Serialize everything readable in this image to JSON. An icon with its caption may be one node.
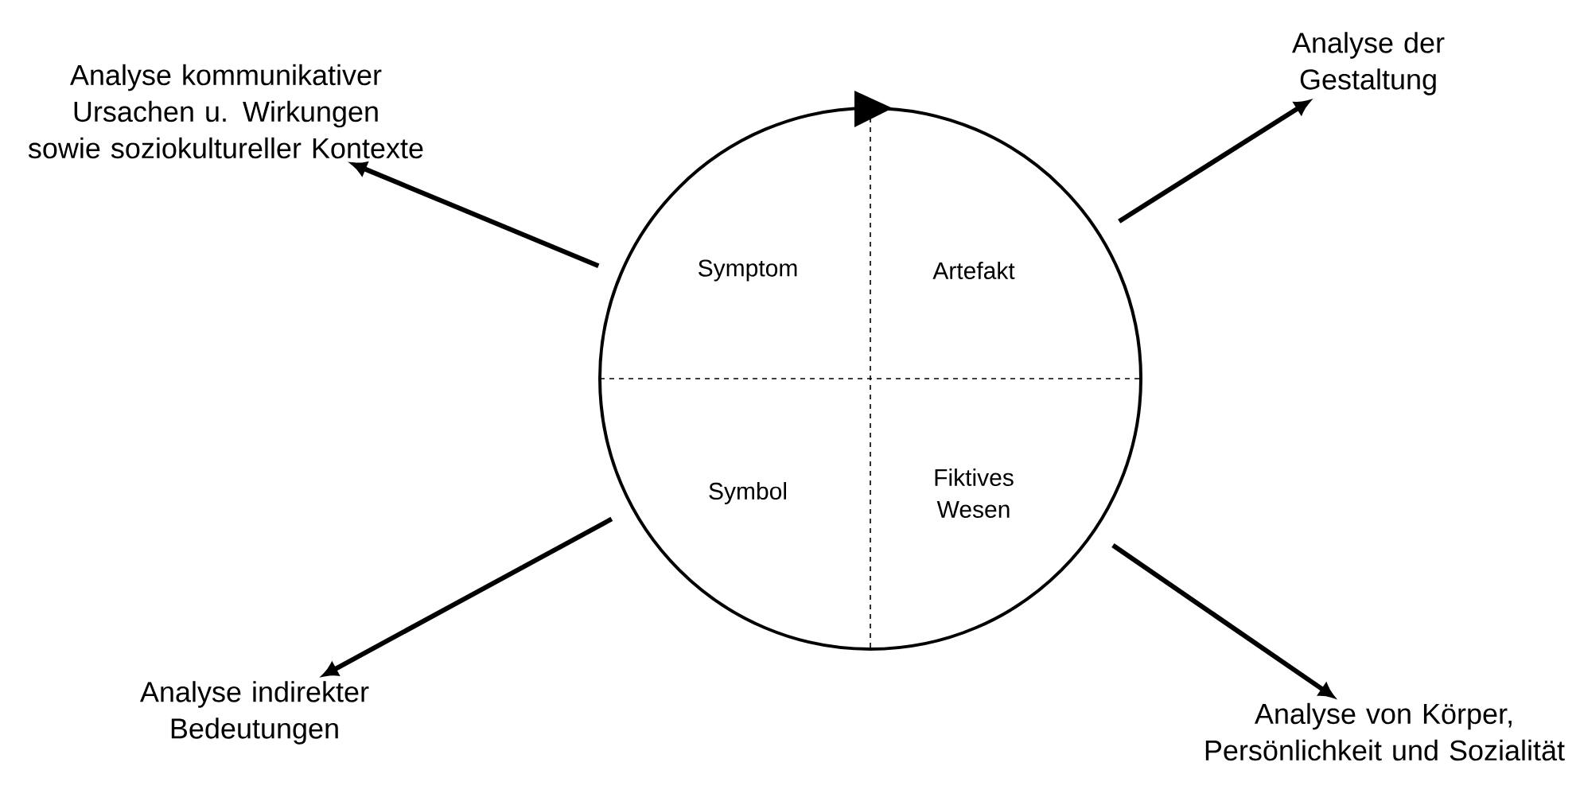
{
  "diagram": {
    "nodes": [
      {
        "text": [
          "Symptom",
          "Artefakt",
          "Symbol",
          "Fiktives Wesen"
        ]
      },
      {
        "text": [
          "Analyse kommunikativer Ursachen u. Wirkungen sowie soziokultureller Kontexte"
        ]
      },
      {
        "text": [
          "Analyse der Gestaltung"
        ]
      },
      {
        "text": [
          "Analyse indirekter Bedeutungen"
        ]
      },
      {
        "text": [
          "Analyse von Körper, Persönlichkeit und Sozialität"
        ]
      }
    ],
    "edges": [
      {
        "from": 0,
        "to": 1,
        "arrow": "to"
      },
      {
        "from": 0,
        "to": 2,
        "arrow": "to"
      },
      {
        "from": 0,
        "to": 3,
        "arrow": "to"
      },
      {
        "from": 0,
        "to": 4,
        "arrow": "to"
      }
    ]
  }
}
